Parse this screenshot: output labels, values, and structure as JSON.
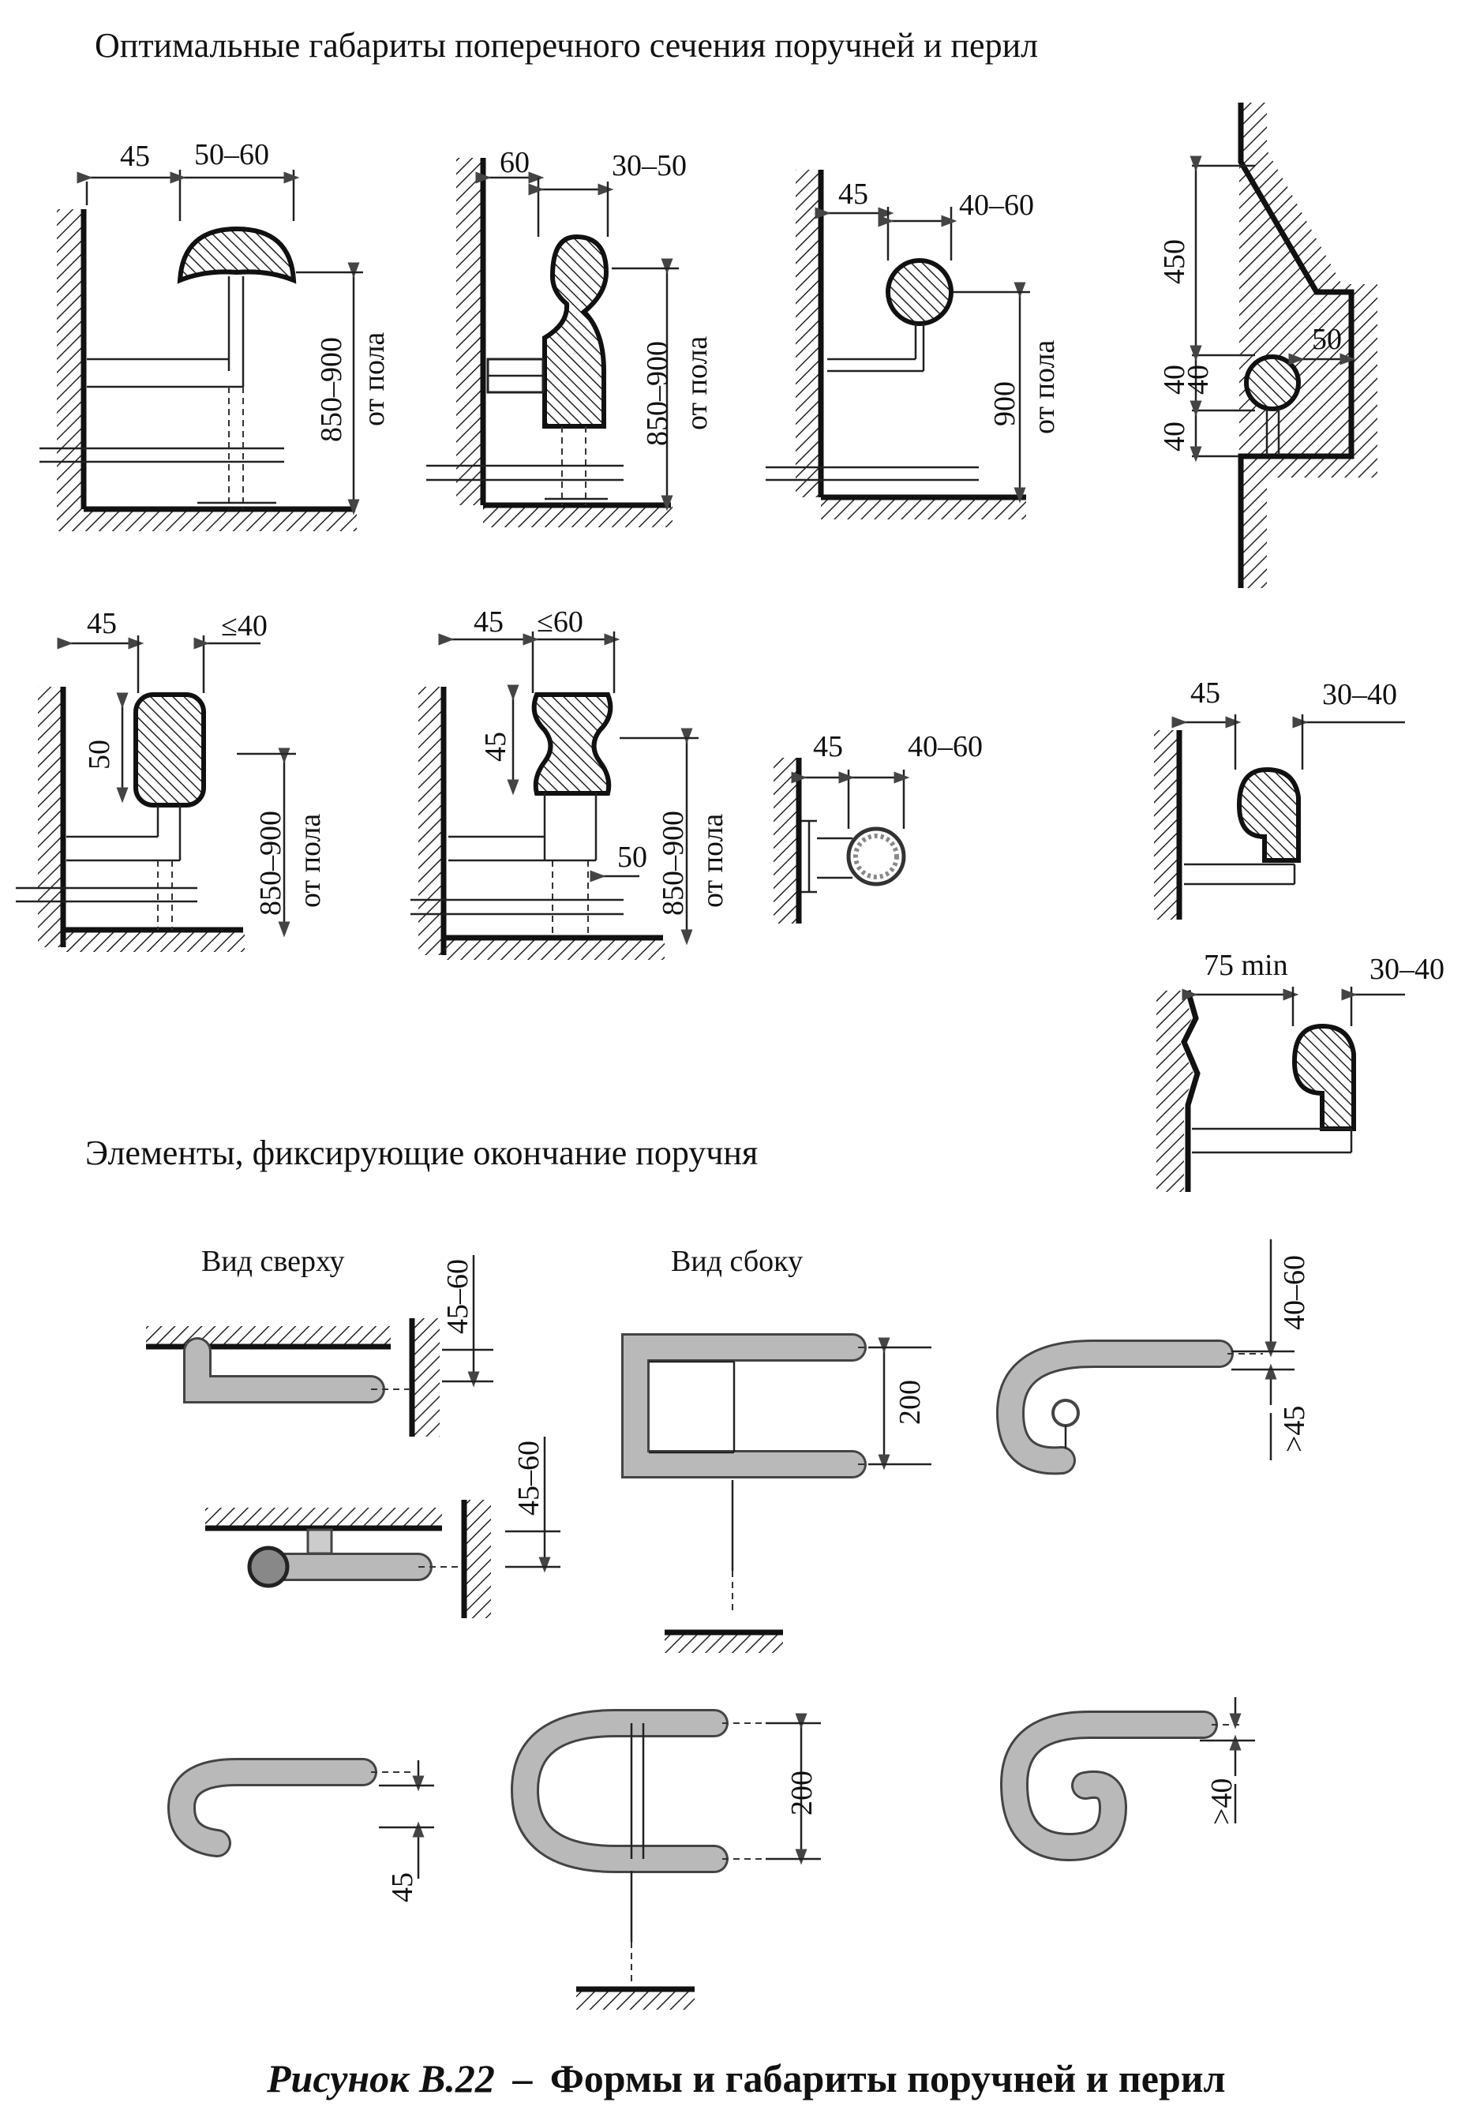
{
  "heading_top": "Оптимальные габариты поперечного сечения поручней и перил",
  "heading_bottom": "Элементы, фиксирующие окончание поручня",
  "view_top": "Вид сверху",
  "view_side": "Вид сбоку",
  "caption": {
    "figure_label": "Рисунок В.22",
    "dash": "–",
    "title": "Формы и габариты поручней и перил"
  },
  "sections": {
    "s1": {
      "a": "45",
      "b": "50–60",
      "h": "850–900",
      "h2": "от пола"
    },
    "s2": {
      "a": "60",
      "b": "30–50",
      "h": "850–900",
      "h2": "от пола"
    },
    "s3": {
      "a": "45",
      "b": "40–60",
      "h": "900",
      "h2": "от пола"
    },
    "s4": {
      "v1": "450",
      "v2": "40",
      "v3": "40",
      "v4": "40",
      "h": "50"
    },
    "s5": {
      "a": "45",
      "b": "≤40",
      "v": "50",
      "h": "850–900",
      "h2": "от пола"
    },
    "s6": {
      "a": "45",
      "b": "≤60",
      "v": "45",
      "c": "50",
      "h": "850–900",
      "h2": "от пола"
    },
    "s7": {
      "a": "45",
      "b": "40–60"
    },
    "s8": {
      "a": "45",
      "b": "30–40"
    },
    "s9": {
      "a": "75 min",
      "b": "30–40"
    }
  },
  "ends": {
    "e1": "45–60",
    "e2": "45–60",
    "e3": "200",
    "e4a": "40–60",
    "e4b": ">45",
    "e5": "45",
    "e6": "200",
    "e7": ">40"
  }
}
